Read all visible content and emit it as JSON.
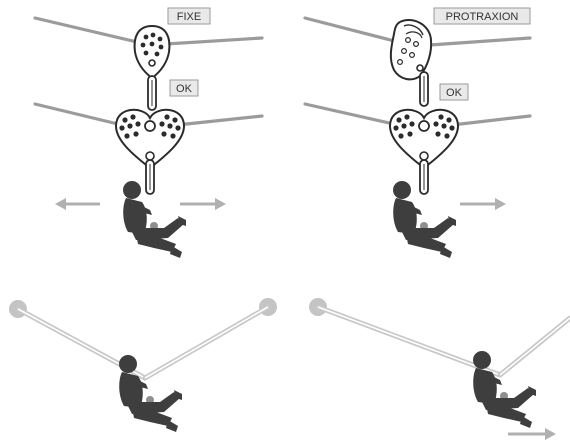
{
  "labels": {
    "fixe": "FIXE",
    "ok_left": "OK",
    "protraxion": "PROTRAXION",
    "ok_right": "OK"
  },
  "colors": {
    "rope": "#9b9b9b",
    "rope_light": "#c8c8c8",
    "device_fill": "#ffffff",
    "device_stroke": "#2b2b2b",
    "hole": "#2b2b2b",
    "climber": "#3e3e3e",
    "climber_accent": "#8f8f8f",
    "arrow": "#b0b0b0",
    "tag_fill": "#e9e9e9",
    "tag_stroke": "#9a9a9a",
    "anchor": "#c4c4c4"
  },
  "icons": {
    "left_top_device": "pulley-icon",
    "left_mid_device": "rescue-pulley-icon",
    "right_top_device": "progress-capture-pulley-icon",
    "right_mid_device": "rescue-pulley-icon",
    "climber": "climber-icon",
    "direction": "arrow-icon"
  }
}
